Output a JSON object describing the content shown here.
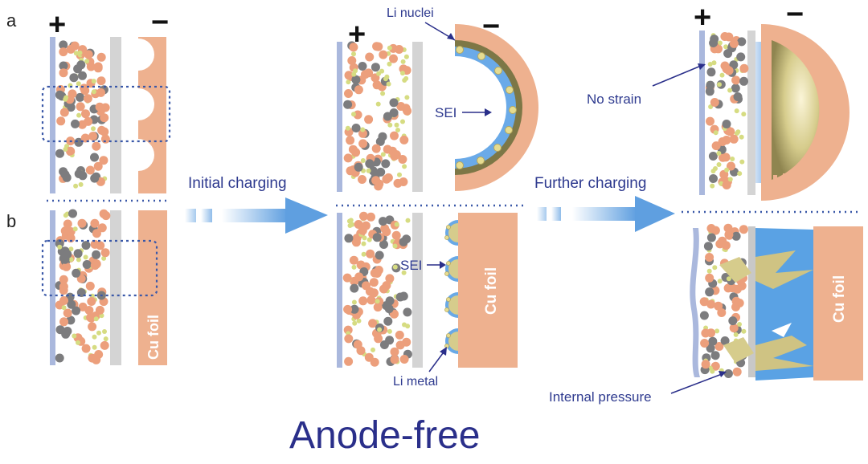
{
  "panels": {
    "a": "a",
    "b": "b"
  },
  "electrodes": {
    "positive": "+",
    "negative": "−"
  },
  "arrows": {
    "initial": "Initial charging",
    "further": "Further charging"
  },
  "labels": {
    "li_nuclei": "Li nuclei",
    "sei_top": "SEI",
    "sei_bottom": "SEI",
    "li_metal": "Li metal",
    "no_strain": "No strain",
    "internal_pressure": "Internal pressure",
    "cu_foil_1": "Cu foil",
    "cu_foil_2": "Cu foil",
    "cu_foil_3": "Cu foil"
  },
  "title": "Anode-free",
  "colors": {
    "copper": "#eeb18f",
    "cathode_plate": "#aab8dd",
    "separator": "#d4d4d4",
    "sei": "#5a9fe0",
    "lithium": "#c8bd7a",
    "arrow": "#7aaade",
    "label": "#2a2f8a",
    "particle_orange": "#ec9f7c",
    "particle_gray": "#7c7c7e",
    "particle_green": "#d6dc82"
  }
}
